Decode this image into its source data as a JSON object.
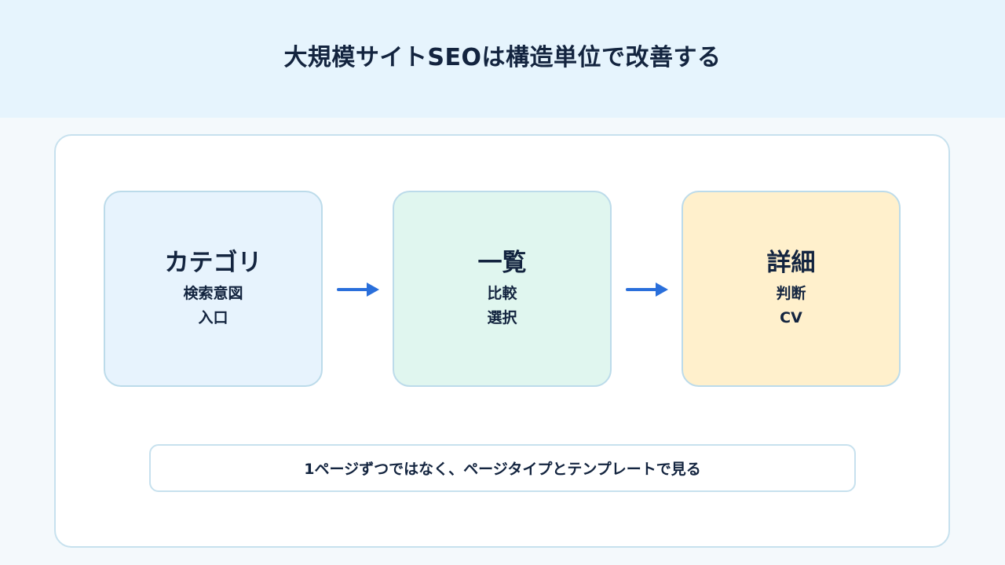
{
  "header": {
    "title": "大規模サイトSEOは構造単位で改善する"
  },
  "flow": {
    "steps": [
      {
        "title": "カテゴリ",
        "lines": [
          "検索意図",
          "入口"
        ],
        "color": "#e7f3fd"
      },
      {
        "title": "一覧",
        "lines": [
          "比較",
          "選択"
        ],
        "color": "#e0f6ef"
      },
      {
        "title": "詳細",
        "lines": [
          "判断",
          "CV"
        ],
        "color": "#fff0cc"
      }
    ],
    "arrow_color": "#2a6fdb"
  },
  "note": {
    "text": "1ページずつではなく、ページタイプとテンプレートで見る"
  }
}
